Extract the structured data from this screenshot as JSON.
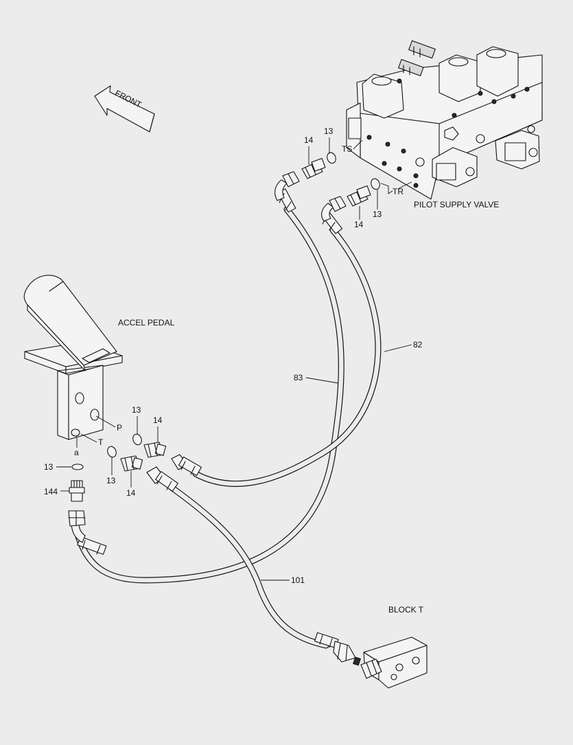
{
  "labels": {
    "front": "FRONT",
    "pilot_supply_valve": "PILOT SUPPLY VALVE",
    "accel_pedal": "ACCEL PEDAL",
    "block_t": "BLOCK T",
    "port_ts": "TS",
    "port_tr": "TR",
    "port_p": "P",
    "port_t": "T",
    "port_a": "a"
  },
  "callouts": {
    "c13_ts": "13",
    "c14_ts": "14",
    "c13_tr": "13",
    "c14_tr": "14",
    "c13_p": "13",
    "c14_p": "14",
    "c13_t": "13",
    "c14_t": "14",
    "c13_a": "13",
    "c144": "144",
    "c82": "82",
    "c83": "83",
    "c101": "101"
  }
}
